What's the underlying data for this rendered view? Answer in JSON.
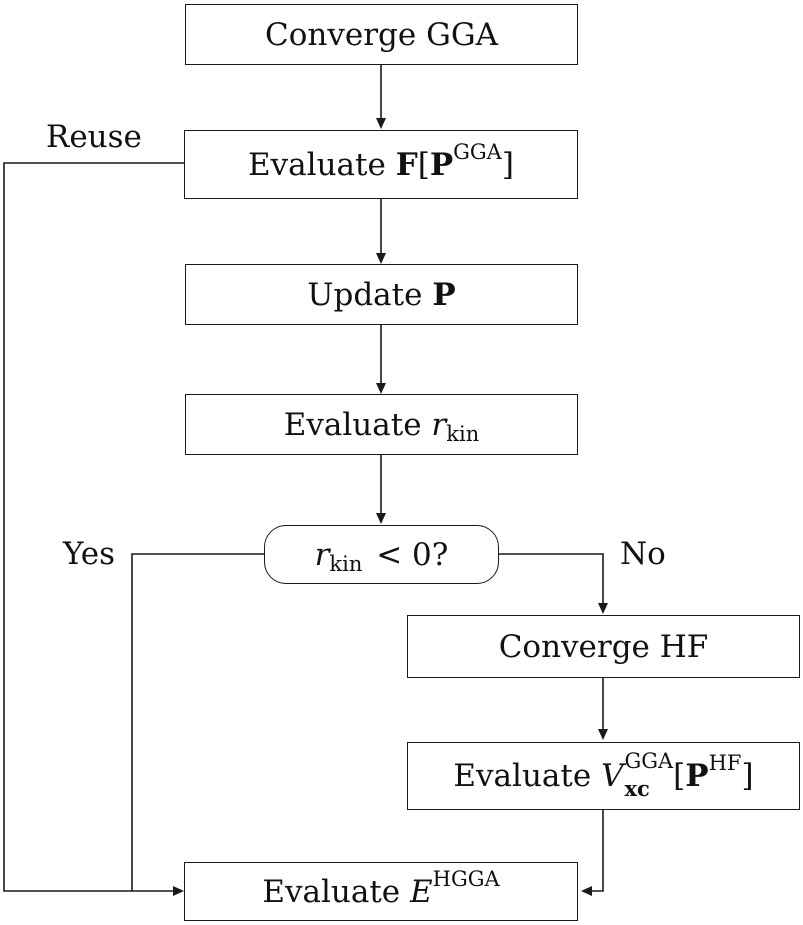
{
  "nodes": {
    "converge_gga": {
      "text": "Converge GGA"
    },
    "evaluate_f": {
      "text": "Evaluate ",
      "math_main": "F",
      "bracket_open": "[",
      "math_P": "P",
      "superscript": "GGA",
      "bracket_close": "]"
    },
    "update_p": {
      "text": "Update ",
      "math": "P"
    },
    "evaluate_rkin": {
      "text": "Evaluate ",
      "math": "r",
      "subscript": "kin"
    },
    "decision": {
      "math": "r",
      "subscript": "kin",
      "condition": " < 0?"
    },
    "converge_hf": {
      "text": "Converge HF"
    },
    "evaluate_vxc": {
      "text": "Evaluate ",
      "math": "V",
      "superscript": "GGA",
      "subscript": "xc",
      "bracket_open": "[",
      "math_P": "P",
      "p_superscript": "HF",
      "bracket_close": "]"
    },
    "evaluate_e": {
      "text": "Evaluate ",
      "math": "E",
      "superscript": "HGGA"
    }
  },
  "edge_labels": {
    "reuse": "Reuse",
    "yes": "Yes",
    "no": "No"
  }
}
